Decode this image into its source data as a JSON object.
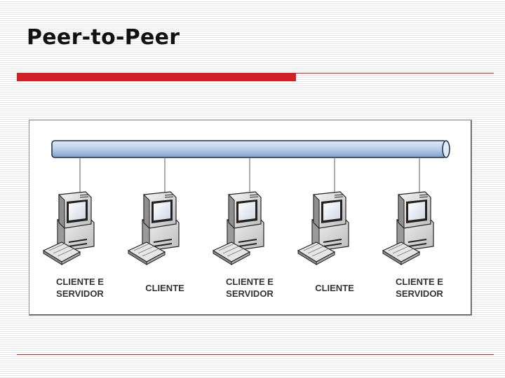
{
  "slide": {
    "title": "Peer-to-Peer"
  },
  "diagram": {
    "bus_color": "#b7cfe9",
    "nodes": [
      {
        "label_line1": "CLIENTE E",
        "label_line2": "SERVIDOR"
      },
      {
        "label_line1": "CLIENTE",
        "label_line2": ""
      },
      {
        "label_line1": "CLIENTE E",
        "label_line2": "SERVIDOR"
      },
      {
        "label_line1": "CLIENTE",
        "label_line2": ""
      },
      {
        "label_line1": "CLIENTE E",
        "label_line2": "SERVIDOR"
      }
    ]
  },
  "theme": {
    "accent": "#d32027"
  }
}
